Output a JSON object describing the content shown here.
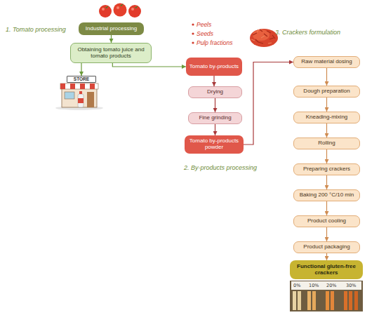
{
  "diagram": {
    "nodes": [
      {
        "text": [
          "Industrial processing"
        ]
      },
      {
        "text": [
          "Obtaining tomato juice and tomato products"
        ]
      },
      {
        "text": [
          "STORE"
        ]
      },
      {
        "text": [
          "Tomato by-products"
        ]
      },
      {
        "text": [
          "Drying"
        ]
      },
      {
        "text": [
          "Fine grinding"
        ]
      },
      {
        "text": [
          "Tomato by-products powder"
        ]
      },
      {
        "text": [
          "Raw material dosing"
        ]
      },
      {
        "text": [
          "Dough preparation"
        ]
      },
      {
        "text": [
          "Kneading-mixing"
        ]
      },
      {
        "text": [
          "Rolling"
        ]
      },
      {
        "text": [
          "Preparing crackers"
        ]
      },
      {
        "text": [
          "Baking 200 °C/10 min"
        ]
      },
      {
        "text": [
          "Product cooling"
        ]
      },
      {
        "text": [
          "Product packaging"
        ]
      },
      {
        "text": [
          "Functional gluten-free crackers"
        ]
      }
    ],
    "edges": [
      {
        "from": 0,
        "to": 1,
        "arrow": "to"
      },
      {
        "from": 1,
        "to": 2,
        "arrow": "to"
      },
      {
        "from": 1,
        "to": 3,
        "arrow": "to"
      },
      {
        "from": 3,
        "to": 4,
        "arrow": "to"
      },
      {
        "from": 4,
        "to": 5,
        "arrow": "to"
      },
      {
        "from": 5,
        "to": 6,
        "arrow": "to"
      },
      {
        "from": 6,
        "to": 7,
        "arrow": "to"
      },
      {
        "from": 7,
        "to": 8,
        "arrow": "to"
      },
      {
        "from": 8,
        "to": 9,
        "arrow": "to"
      },
      {
        "from": 9,
        "to": 10,
        "arrow": "to"
      },
      {
        "from": 10,
        "to": 11,
        "arrow": "to"
      },
      {
        "from": 11,
        "to": 12,
        "arrow": "to"
      },
      {
        "from": 12,
        "to": 13,
        "arrow": "to"
      },
      {
        "from": 13,
        "to": 14,
        "arrow": "to"
      },
      {
        "from": 14,
        "to": 15,
        "arrow": "to"
      }
    ],
    "labels": [
      "1. Tomato processing",
      "2. By-products processing",
      "3. Crackers formulation",
      "Peels",
      "Seeds",
      "Pulp fractions",
      "0%",
      "10%",
      "20%",
      "30%"
    ]
  }
}
